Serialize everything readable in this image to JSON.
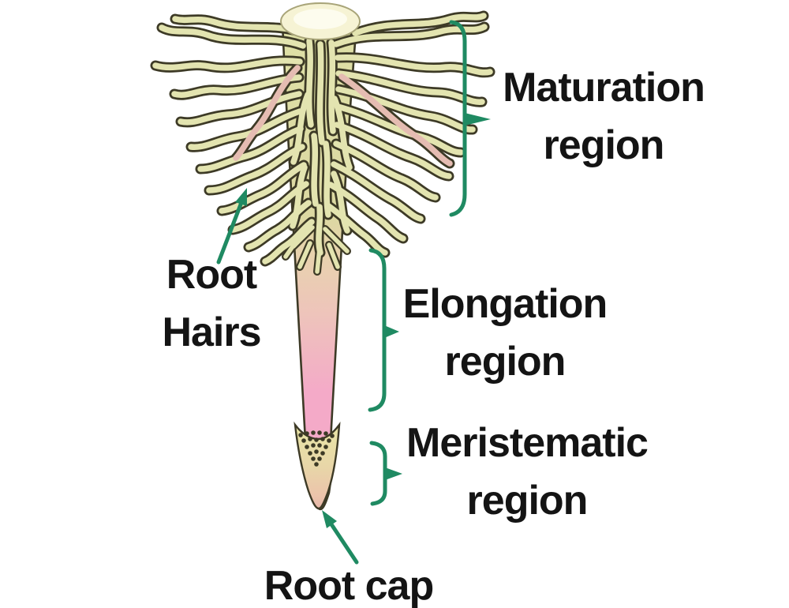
{
  "labels": {
    "maturation": {
      "line1": "Maturation",
      "line2": "region"
    },
    "elongation": {
      "line1": "Elongation",
      "line2": "region"
    },
    "meristematic": {
      "line1": "Meristematic",
      "line2": "region"
    },
    "root_hairs": {
      "line1": "Root",
      "line2": "Hairs"
    },
    "root_cap": {
      "line1": "Root cap"
    }
  },
  "colors": {
    "background": "#ffffff",
    "text": "#141414",
    "annotation_green": "#1f8a62",
    "hair_fill": "#e3e4b0",
    "hair_pink": "#e5bcb2",
    "hair_outline": "#3d3a26",
    "outline_dark": "#3d3a26",
    "trunk_khaki": "#dee0a6",
    "trunk_tan": "#e8d2ae",
    "trunk_pink": "#f4aac8",
    "cap_yellow": "#e9e6a6",
    "cap_tip_pink": "#ecc3ab",
    "oval_fill": "#f6f3d4",
    "oval_inner": "#fdfcee"
  }
}
